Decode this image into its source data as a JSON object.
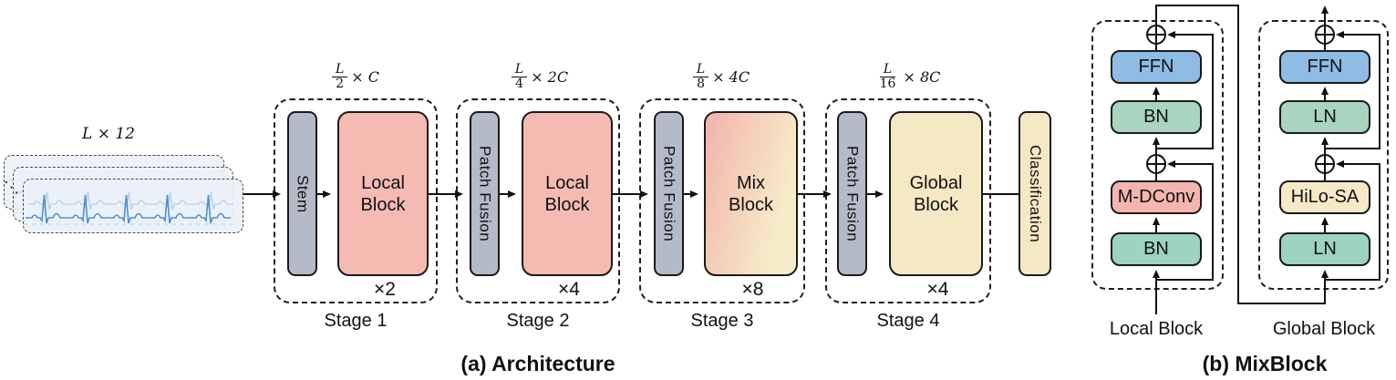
{
  "figure": {
    "type": "neural-network-architecture-diagram"
  },
  "colors": {
    "pre_block_gray": "#B4BAC7",
    "local_block_pink": "#F5BBB3",
    "mix_gradient_start": "#F2B3AB",
    "mix_gradient_end": "#F6ECC9",
    "global_block_cream": "#F5E8C5",
    "ffn_blue": "#8FBCE4",
    "norm_green_top": "#A9D4BF",
    "norm_green_bottom": "#9CD3C2",
    "mdconv_pink": "#F5B5AE",
    "hilo_cream": "#F5E9C8",
    "ecg_trace_blue": "#4E8FD0",
    "line_black": "#111111"
  },
  "architecture": {
    "caption": "(a) Architecture",
    "input": {
      "dims_label": "L × 12"
    },
    "stages": [
      {
        "name": "Stage 1",
        "dim_numerator": "L",
        "dim_denominator": "2",
        "dim_suffix": "× C",
        "pre_block": "Stem",
        "main_block": "Local Block",
        "repeat": "×2"
      },
      {
        "name": "Stage 2",
        "dim_numerator": "L",
        "dim_denominator": "4",
        "dim_suffix": "× 2C",
        "pre_block": "Patch Fusion",
        "main_block": "Local Block",
        "repeat": "×4"
      },
      {
        "name": "Stage 3",
        "dim_numerator": "L",
        "dim_denominator": "8",
        "dim_suffix": "× 4C",
        "pre_block": "Patch Fusion",
        "main_block": "Mix Block",
        "repeat": "×8"
      },
      {
        "name": "Stage 4",
        "dim_numerator": "L",
        "dim_denominator": "16",
        "dim_suffix": "× 8C",
        "pre_block": "Patch Fusion",
        "main_block": "Global Block",
        "repeat": "×4"
      }
    ],
    "head": {
      "label": "Classification"
    }
  },
  "mixblock": {
    "caption": "(b) MixBlock",
    "local_block": {
      "label": "Local Block",
      "ffn": "FFN",
      "norm_top": "BN",
      "mixer": "M-DConv",
      "norm_bottom": "BN"
    },
    "global_block": {
      "label": "Global Block",
      "ffn": "FFN",
      "norm_top": "LN",
      "mixer": "HiLo-SA",
      "norm_bottom": "LN"
    }
  }
}
